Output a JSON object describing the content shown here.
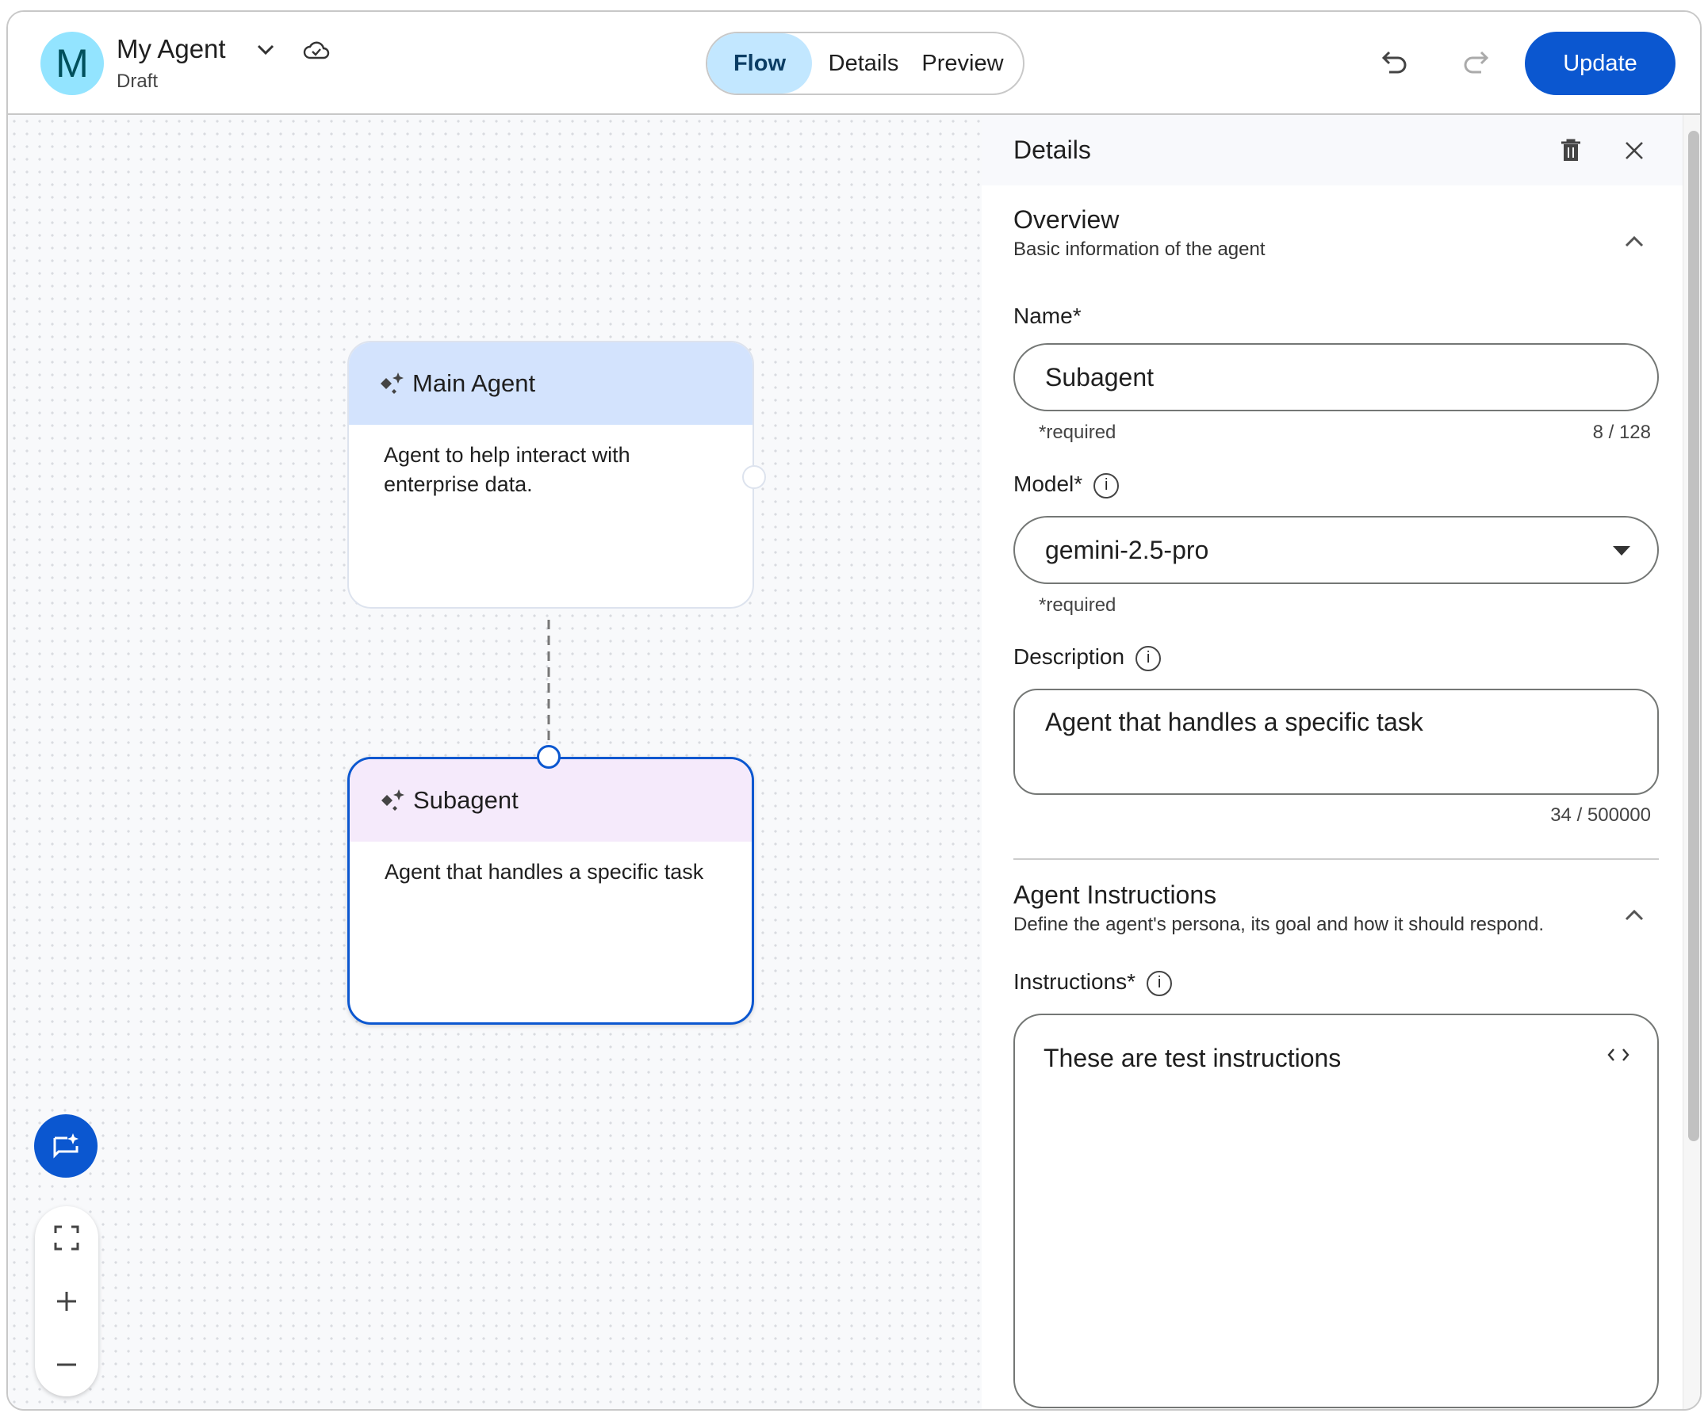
{
  "header": {
    "avatar_letter": "M",
    "title": "My Agent",
    "status": "Draft",
    "tabs": [
      "Flow",
      "Details",
      "Preview"
    ],
    "active_tab": "Flow",
    "update_label": "Update"
  },
  "canvas": {
    "nodes": [
      {
        "title": "Main Agent",
        "description": "Agent to help interact with enterprise data."
      },
      {
        "title": "Subagent",
        "description": "Agent that handles a specific task"
      }
    ]
  },
  "panel": {
    "title": "Details",
    "overview": {
      "title": "Overview",
      "subtitle": "Basic information of the agent"
    },
    "name": {
      "label": "Name*",
      "value": "Subagent",
      "hint": "*required",
      "count": "8 / 128"
    },
    "model": {
      "label": "Model*",
      "value": "gemini-2.5-pro",
      "hint": "*required"
    },
    "description": {
      "label": "Description",
      "value": "Agent that handles a specific task",
      "count": "34 / 500000"
    },
    "instructions_section": {
      "title": "Agent Instructions",
      "subtitle": "Define the agent's persona, its goal and how it should respond."
    },
    "instructions": {
      "label": "Instructions*",
      "value": "These are test instructions"
    }
  },
  "colors": {
    "accent": "#0b57d0",
    "main_node_header": "#d3e3fd",
    "subagent_node_header": "#f5eafb",
    "active_tab": "#c2e7ff",
    "avatar": "#93e4ff"
  }
}
